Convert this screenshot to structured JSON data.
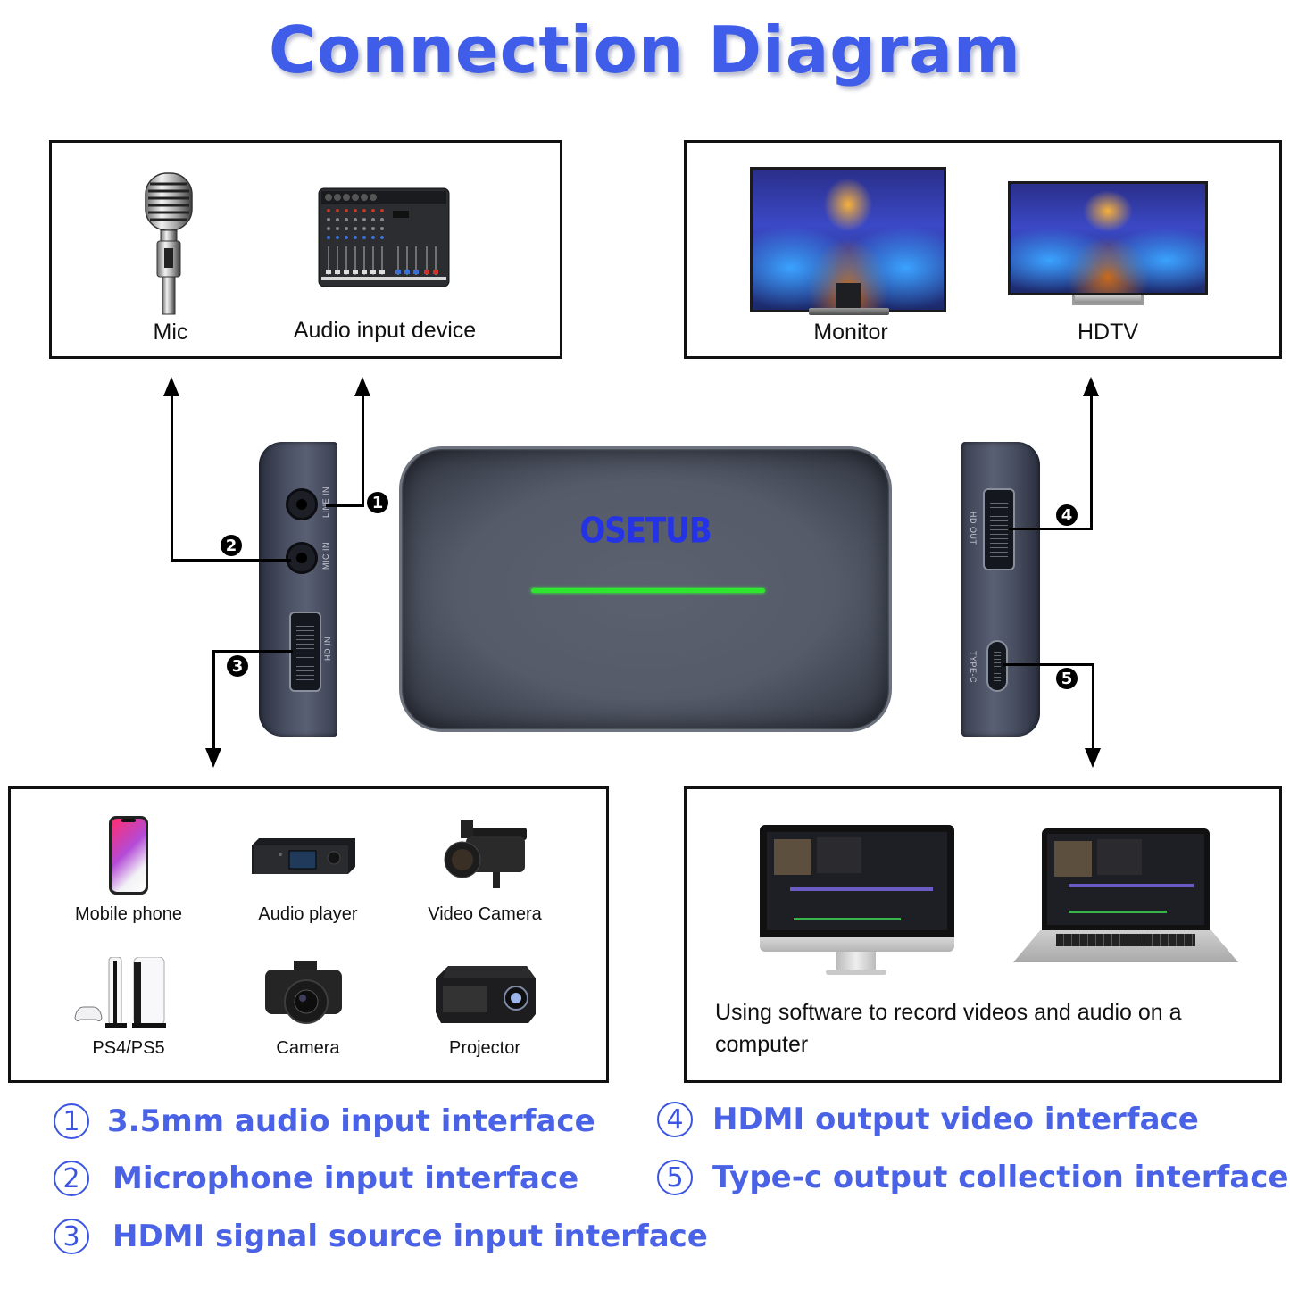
{
  "title": "Connection Diagram",
  "colors": {
    "title": "#3f5de8",
    "legend_text": "#4a63e6",
    "brand": "#2433e6",
    "led": "#2fe62f",
    "device_body": "#555b69",
    "panel_border": "#111111"
  },
  "panels": {
    "audio_input": {
      "items": [
        {
          "label": "Mic",
          "icon": "microphone-icon"
        },
        {
          "label": "Audio input device",
          "icon": "audio-mixer-icon"
        }
      ]
    },
    "display_output": {
      "items": [
        {
          "label": "Monitor",
          "icon": "monitor-icon"
        },
        {
          "label": "HDTV",
          "icon": "hdtv-icon"
        }
      ]
    },
    "signal_sources": {
      "items": [
        {
          "label": "Mobile phone",
          "icon": "smartphone-icon"
        },
        {
          "label": "Audio player",
          "icon": "audio-player-icon"
        },
        {
          "label": "Video Camera",
          "icon": "video-camera-icon"
        },
        {
          "label": "PS4/PS5",
          "icon": "game-console-icon"
        },
        {
          "label": "Camera",
          "icon": "camera-icon"
        },
        {
          "label": "Projector",
          "icon": "projector-icon"
        }
      ]
    },
    "computer": {
      "items": [
        {
          "label": "",
          "icon": "desktop-computer-icon"
        },
        {
          "label": "",
          "icon": "laptop-icon"
        }
      ],
      "description": "Using software to record videos and audio on a computer",
      "description_line1": "Using software to record videos and audio on a",
      "description_line2": "computer"
    }
  },
  "device": {
    "brand": "OSETUB",
    "left_side_ports": [
      {
        "label": "LINE IN",
        "badge": "1"
      },
      {
        "label": "MIC IN",
        "badge": "2"
      },
      {
        "label": "HD IN",
        "badge": "3"
      }
    ],
    "right_side_ports": [
      {
        "label": "HD OUT",
        "badge": "4"
      },
      {
        "label": "TYPE-C",
        "badge": "5"
      }
    ]
  },
  "legend": [
    {
      "num": "1",
      "text": "3.5mm audio input interface"
    },
    {
      "num": "2",
      "text": "Microphone input interface"
    },
    {
      "num": "3",
      "text": "HDMI signal source input interface"
    },
    {
      "num": "4",
      "text": "HDMI output video interface"
    },
    {
      "num": "5",
      "text": "Type-c output collection interface"
    }
  ]
}
